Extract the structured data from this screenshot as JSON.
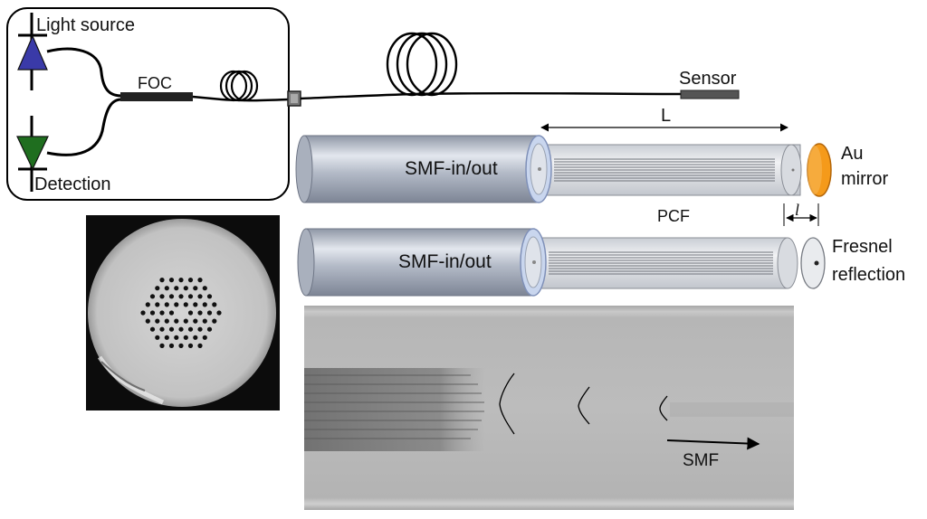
{
  "setup": {
    "light_source": "Light source",
    "detection": "Detection",
    "coupler": "FOC",
    "sensor": "Sensor"
  },
  "top_sensor": {
    "length_label": "L",
    "fiber_label": "SMF-in/out",
    "end_label_line1": "Au",
    "end_label_line2": "mirror",
    "middle_label": "PCF",
    "gap_label": "l"
  },
  "bottom_sensor": {
    "fiber_label": "SMF-in/out",
    "end_label_line1": "Fresnel",
    "end_label_line2": "reflection"
  },
  "micrograph": {
    "arrow_label": "SMF"
  },
  "colors": {
    "light_source": "#3a3aa8",
    "detection": "#1f6e1f",
    "mirror": "#f59a1a"
  }
}
